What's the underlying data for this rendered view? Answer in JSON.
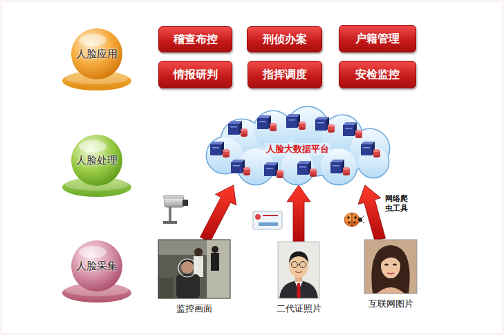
{
  "diagram": {
    "nodes": [
      {
        "text": [
          "人脸应用"
        ]
      },
      {
        "text": [
          "稽查布控"
        ]
      },
      {
        "text": [
          "刑侦办案"
        ]
      },
      {
        "text": [
          "户籍管理"
        ]
      },
      {
        "text": [
          "情报研判"
        ]
      },
      {
        "text": [
          "指挥调度"
        ]
      },
      {
        "text": [
          "安检监控"
        ]
      },
      {
        "text": [
          "人脸处理"
        ]
      },
      {
        "text": [
          "人脸大数据平台"
        ]
      },
      {
        "text": [
          "人脸采集"
        ]
      },
      {
        "text": [
          "监控画面"
        ]
      },
      {
        "text": [
          "二代证照片"
        ]
      },
      {
        "text": [
          "互联网图片"
        ]
      }
    ],
    "edges": [
      {
        "from": 10,
        "to": 8,
        "arrow": "to"
      },
      {
        "from": 11,
        "to": 8,
        "arrow": "to"
      },
      {
        "from": 12,
        "to": 8,
        "arrow": "to"
      }
    ],
    "labels": [
      "网络爬虫工具"
    ]
  }
}
